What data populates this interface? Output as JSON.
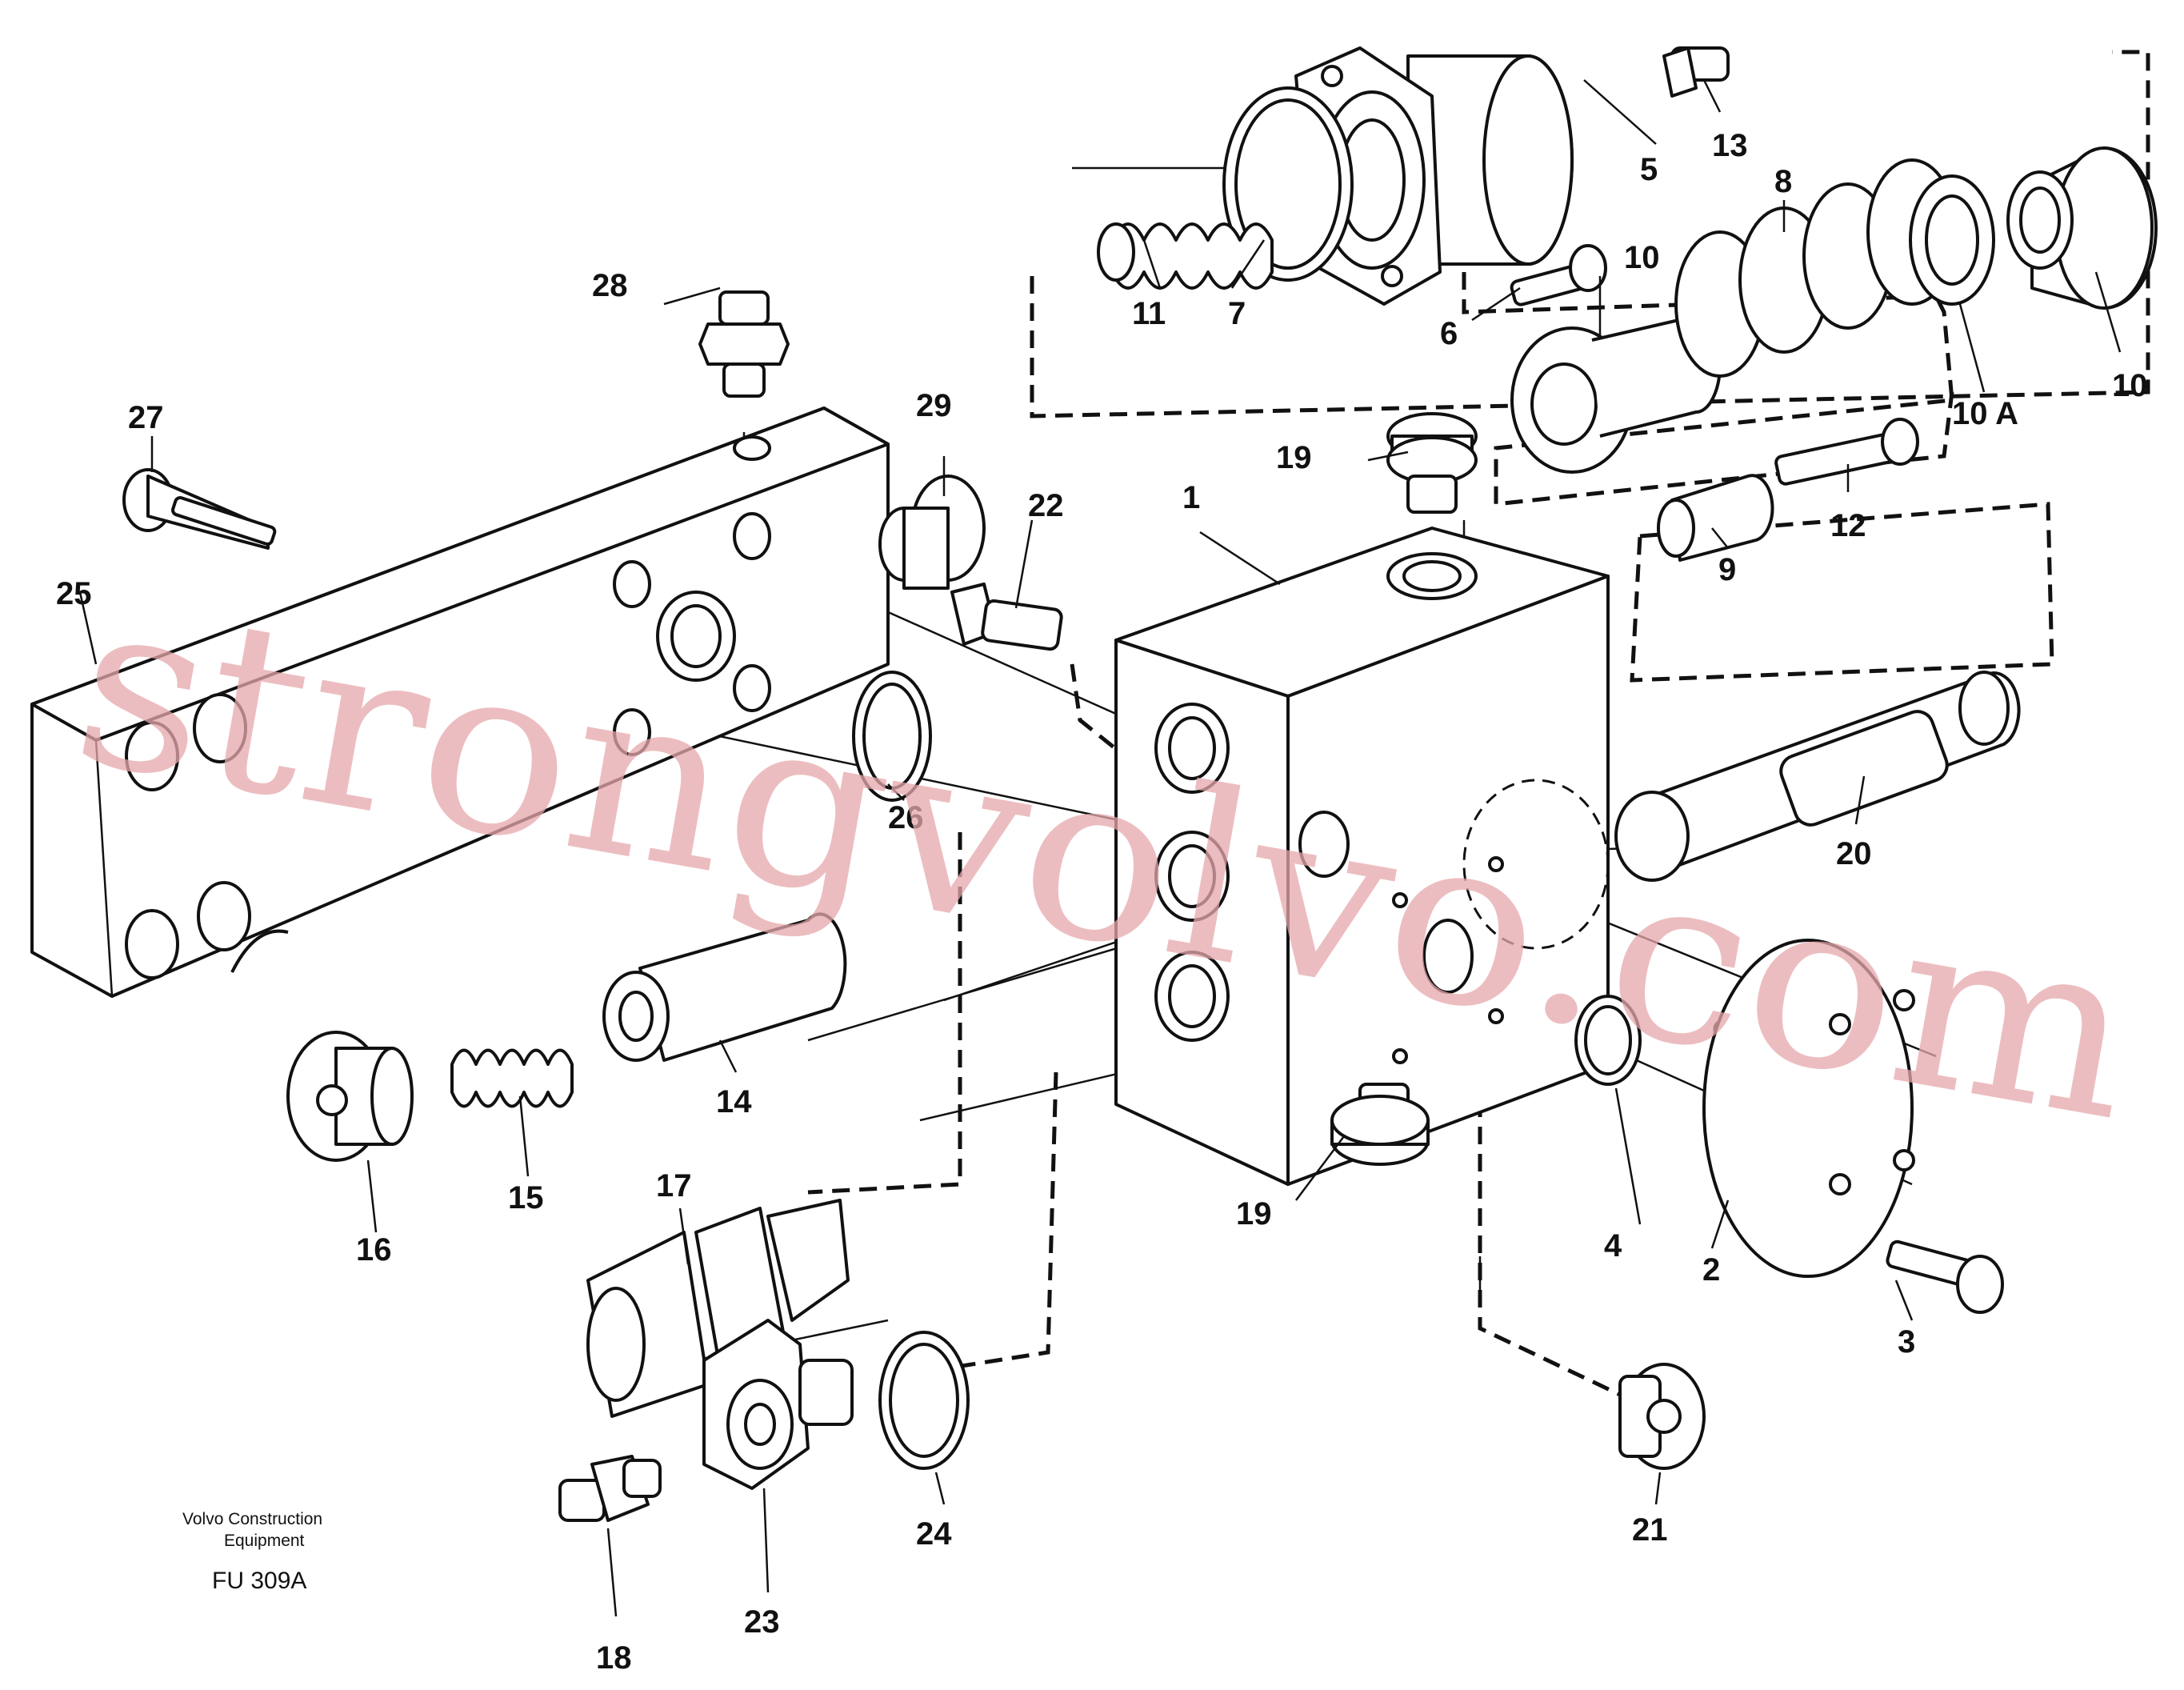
{
  "labels": {
    "l1": "1",
    "l2": "2",
    "l3": "3",
    "l4": "4",
    "l5": "5",
    "l6": "6",
    "l7": "7",
    "l8": "8",
    "l9": "9",
    "l10a": "10",
    "l10b": "10",
    "l10A": "10 A",
    "l11": "11",
    "l12": "12",
    "l13": "13",
    "l14": "14",
    "l15": "15",
    "l16": "16",
    "l17": "17",
    "l18": "18",
    "l19a": "19",
    "l19b": "19",
    "l20": "20",
    "l21": "21",
    "l22": "22",
    "l23": "23",
    "l24": "24",
    "l25": "25",
    "l26": "26",
    "l27": "27",
    "l28": "28",
    "l29": "29"
  },
  "caption": {
    "line1": "Volvo Construction",
    "line2": "Equipment",
    "code": "FU 309A"
  },
  "watermark": "strongvolvo.com"
}
